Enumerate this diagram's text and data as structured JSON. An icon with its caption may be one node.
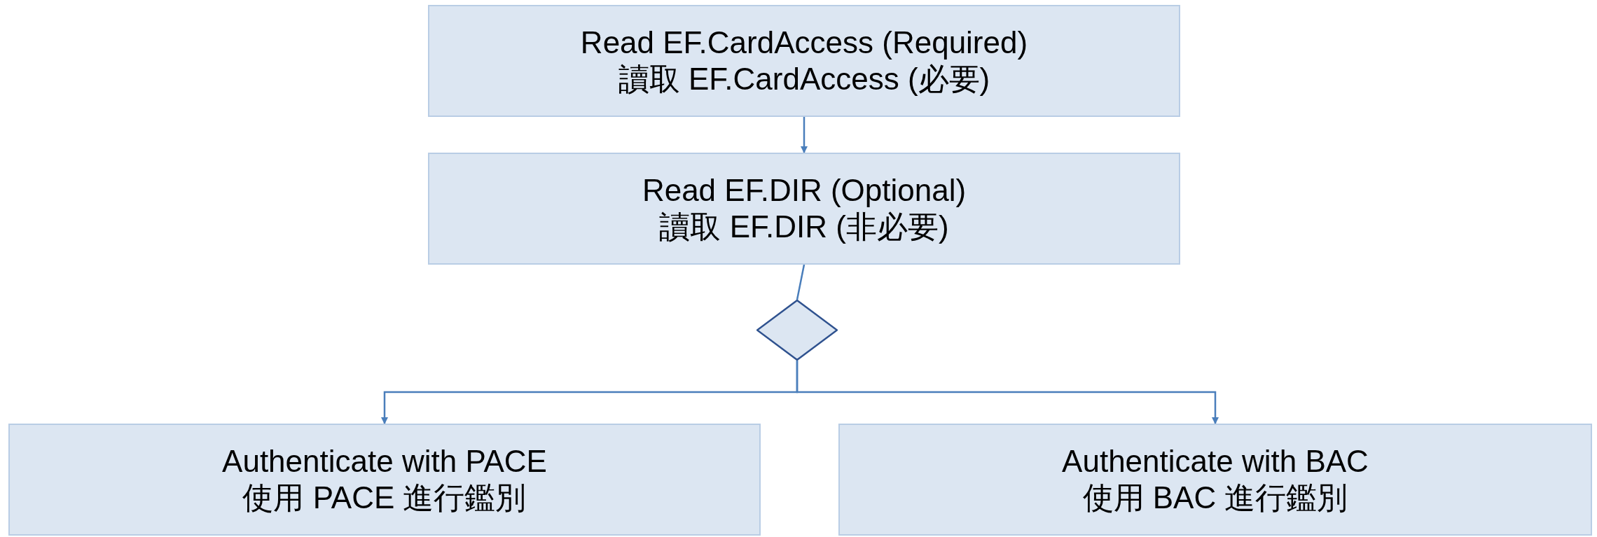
{
  "diagram": {
    "nodes": [
      {
        "text": [
          "Read EF.CardAccess (Required)",
          "讀取 EF.CardAccess (必要)"
        ]
      },
      {
        "text": [
          "Read EF.DIR (Optional)",
          "讀取 EF.DIR (非必要)"
        ]
      },
      {
        "text": [],
        "shape": "diamond"
      },
      {
        "text": [
          "Authenticate with PACE",
          "使用 PACE 進行鑑別"
        ]
      },
      {
        "text": [
          "Authenticate with BAC",
          "使用 BAC 進行鑑別"
        ]
      }
    ],
    "edges": [
      {
        "from": 0,
        "to": 1,
        "arrow": "to"
      },
      {
        "from": 1,
        "to": 2,
        "arrow": "none"
      },
      {
        "from": 2,
        "to": 3,
        "arrow": "to"
      },
      {
        "from": 2,
        "to": 4,
        "arrow": "to"
      }
    ]
  }
}
